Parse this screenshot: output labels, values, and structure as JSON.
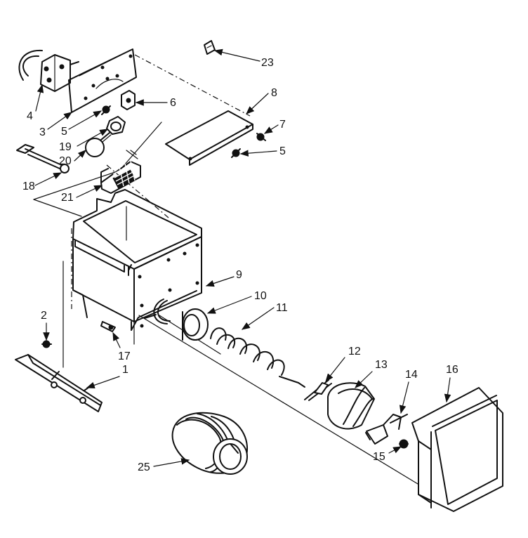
{
  "labels": {
    "p1": "1",
    "p2": "2",
    "p3": "3",
    "p4": "4",
    "p5a": "5",
    "p5b": "5",
    "p6": "6",
    "p7": "7",
    "p8": "8",
    "p9": "9",
    "p10": "10",
    "p11": "11",
    "p12": "12",
    "p13": "13",
    "p14": "14",
    "p15": "15",
    "p16": "16",
    "p17": "17",
    "p18": "18",
    "p19": "19",
    "p20": "20",
    "p21": "21",
    "p23": "23",
    "p25": "25"
  },
  "colors": {
    "ink": "#111111",
    "paper": "#ffffff"
  }
}
